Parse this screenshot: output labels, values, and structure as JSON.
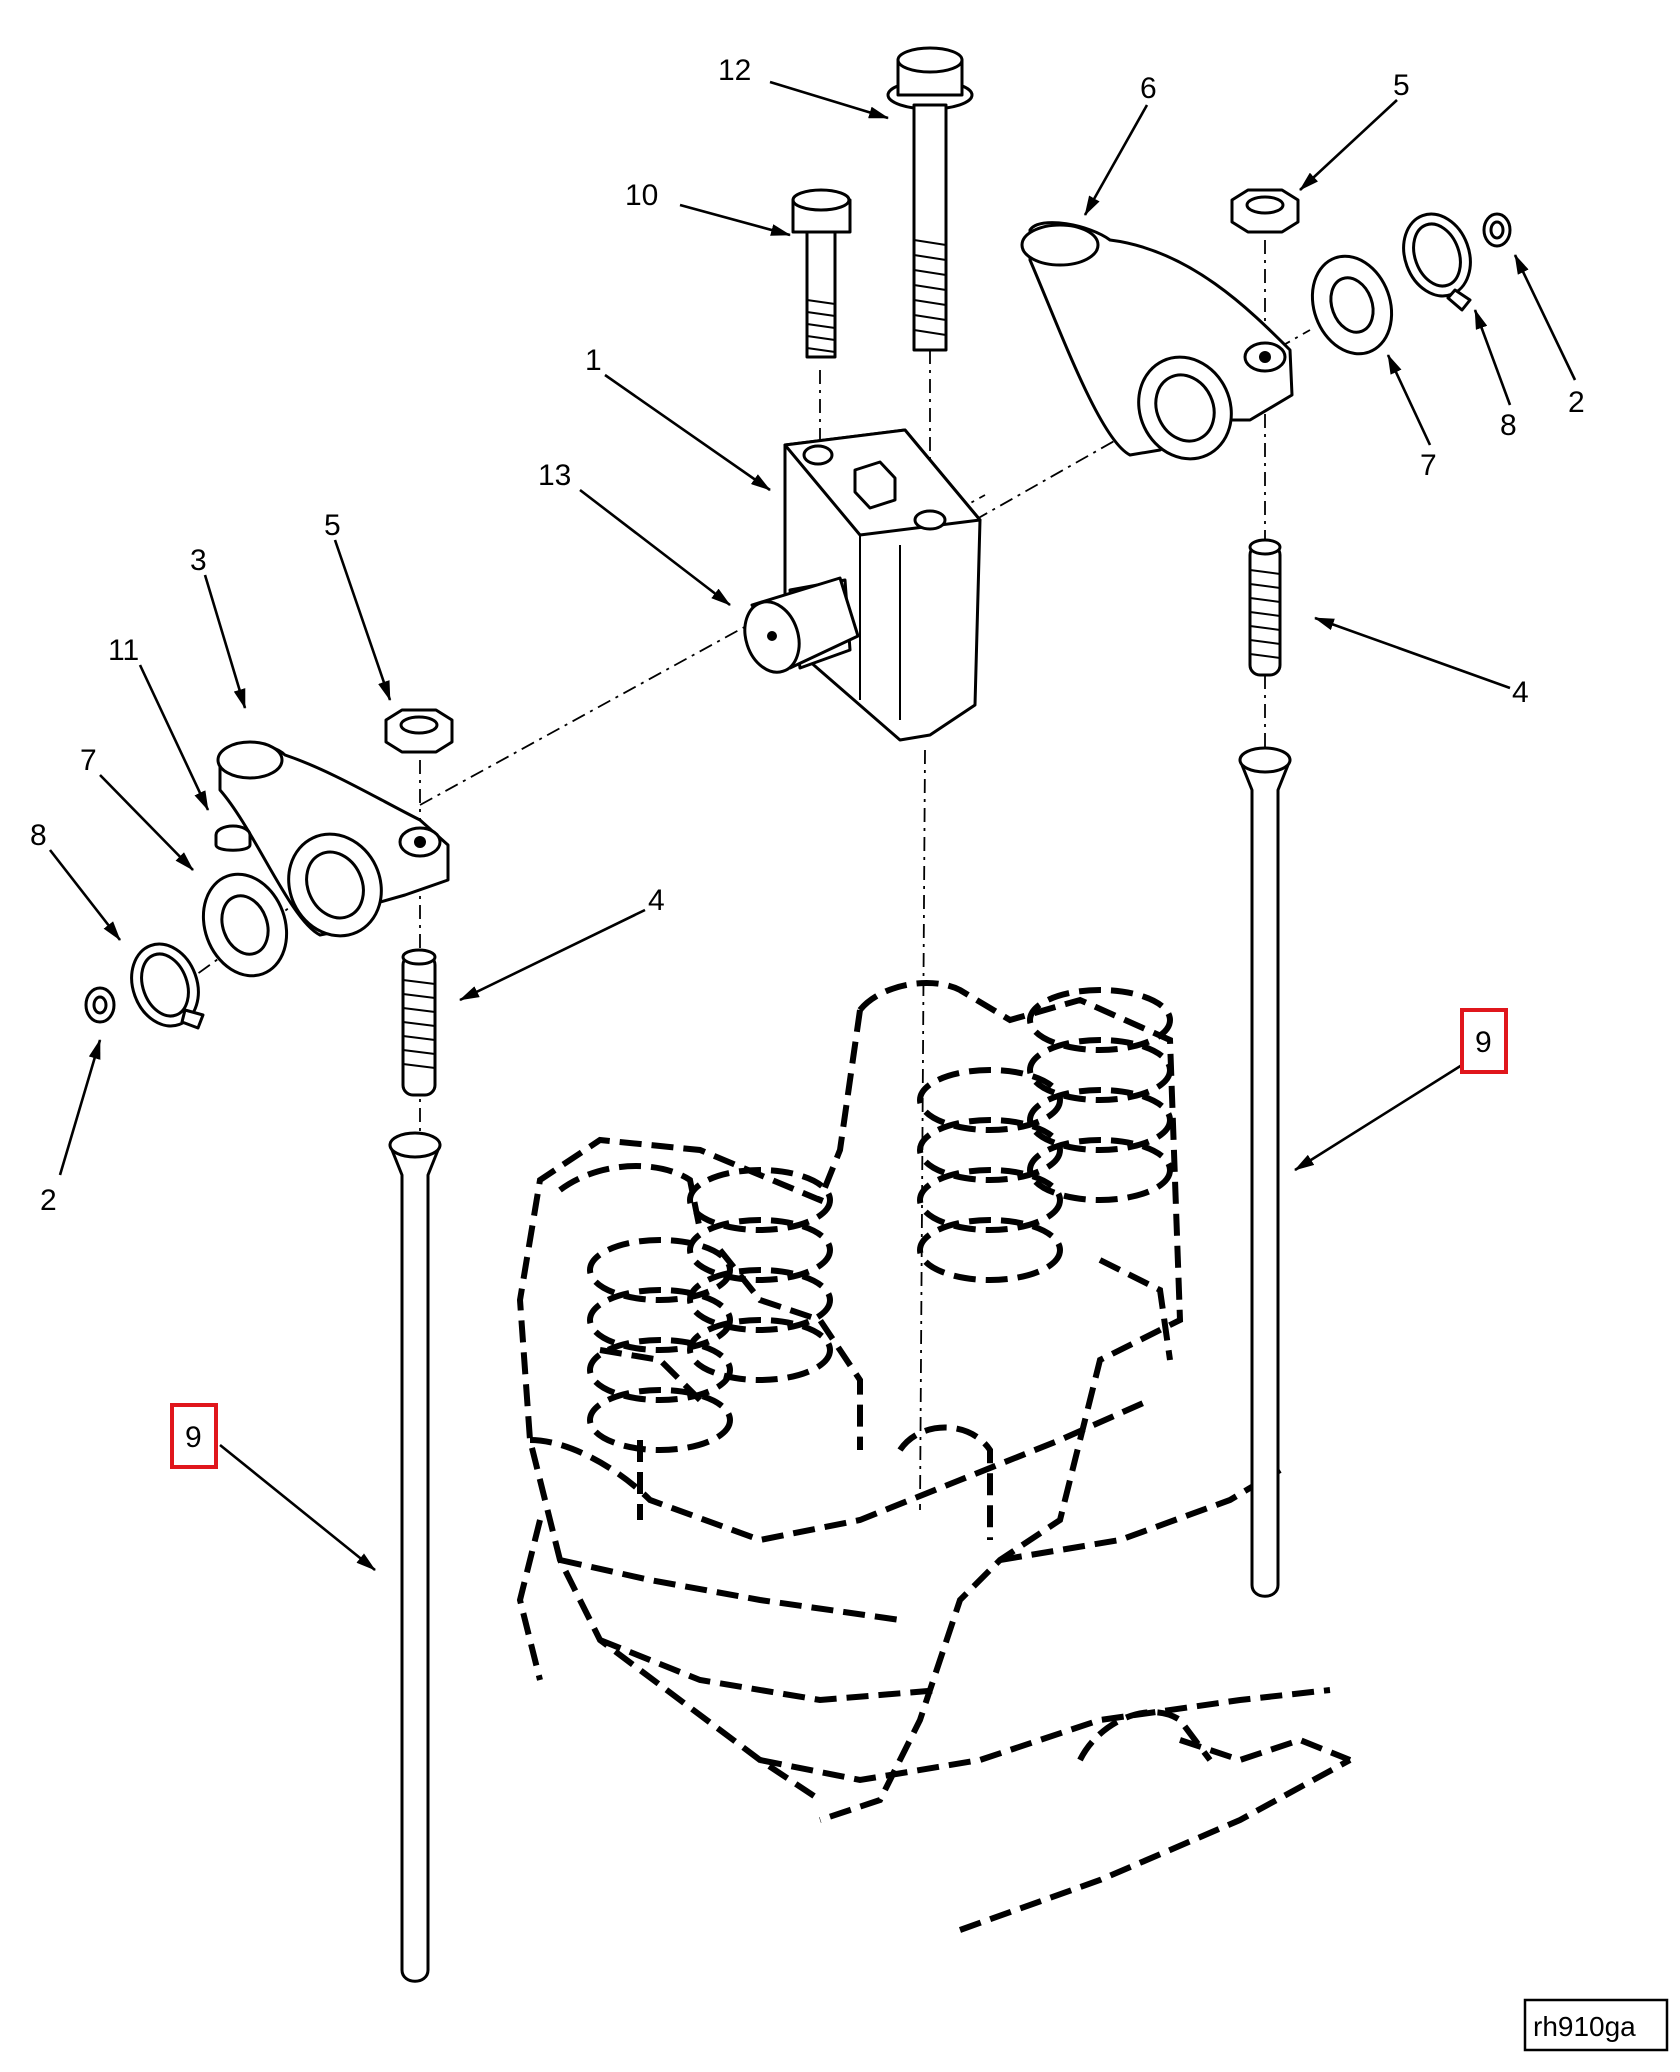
{
  "figure_id": "rh910ga",
  "callouts": {
    "c1": "1",
    "c2a": "2",
    "c2b": "2",
    "c3": "3",
    "c4a": "4",
    "c4b": "4",
    "c5a": "5",
    "c5b": "5",
    "c6": "6",
    "c7a": "7",
    "c7b": "7",
    "c8a": "8",
    "c8b": "8",
    "c9a": "9",
    "c9b": "9",
    "c10": "10",
    "c11": "11",
    "c12": "12",
    "c13": "13"
  },
  "highlight_color": "#e0161c"
}
